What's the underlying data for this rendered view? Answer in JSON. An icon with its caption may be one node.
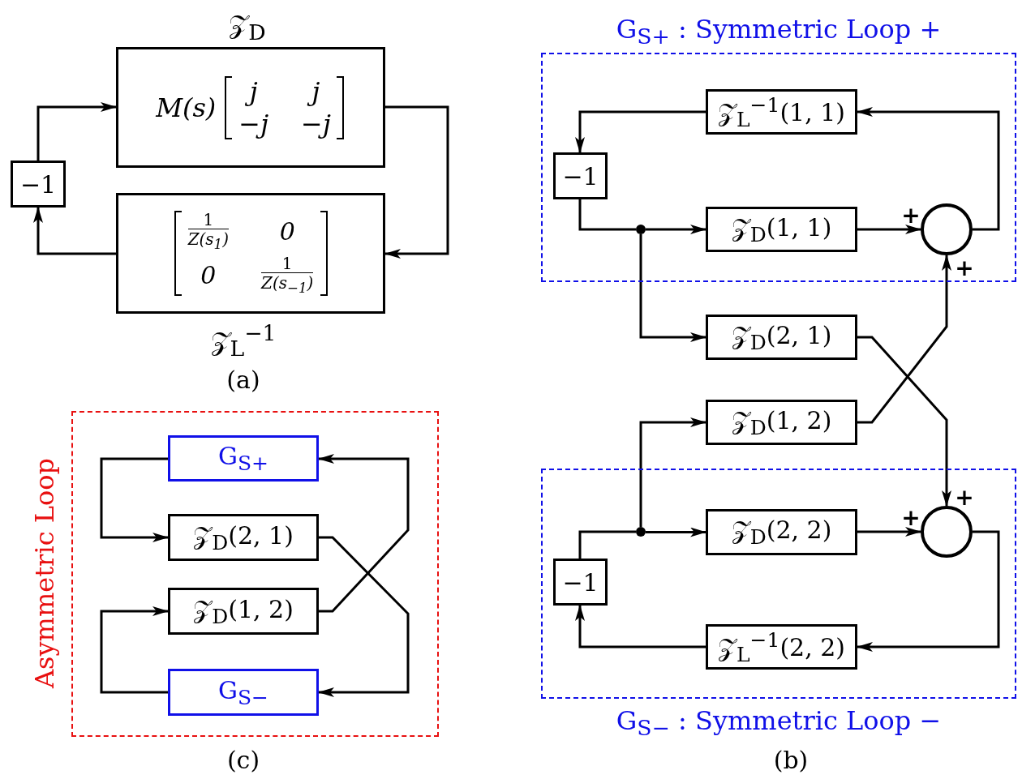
{
  "diagram": {
    "nodes": [
      {
        "text": [
          "M(s)",
          "j",
          "j",
          "−j",
          "−j"
        ],
        "beside": [
          "𝒵$_{D}$"
        ]
      },
      {
        "text": [
          "−1"
        ]
      },
      {
        "text": [
          "1",
          "Z(s$_{1}$)",
          "0",
          "0",
          "1",
          "Z(s$_{−1}$)"
        ],
        "beside": [
          "𝒵$_{L}$$^{−1}$"
        ]
      },
      {
        "text": [
          "G$_{S+}$ : Symmetric Loop +"
        ]
      },
      {
        "text": [
          "𝒵$_{L}$$^{−1}$(1, 1)"
        ],
        "in": 3
      },
      {
        "text": [
          "−1"
        ],
        "in": 3
      },
      {
        "text": [],
        "shape": "circle",
        "in": 3
      },
      {
        "text": [
          "𝒵$_{D}$(1, 1)"
        ],
        "in": 3
      },
      {
        "text": [],
        "shape": "circle",
        "in": 3,
        "beside": [
          "+",
          "+"
        ]
      },
      {
        "text": [
          "𝒵$_{D}$(2, 1)"
        ]
      },
      {
        "text": [
          "𝒵$_{D}$(1, 2)"
        ]
      },
      {
        "text": [
          "G$_{S−}$ : Symmetric Loop −"
        ]
      },
      {
        "text": [],
        "shape": "circle",
        "in": 11
      },
      {
        "text": [
          "𝒵$_{D}$(2, 2)"
        ],
        "in": 11
      },
      {
        "text": [],
        "shape": "circle",
        "in": 11,
        "beside": [
          "+",
          "+"
        ]
      },
      {
        "text": [
          "−1"
        ],
        "in": 11
      },
      {
        "text": [
          "𝒵$_{L}$$^{−1}$(2, 2)"
        ],
        "in": 11
      },
      {
        "text": [
          "Asymmetric Loop"
        ]
      },
      {
        "text": [
          "G$_{S+}$"
        ],
        "in": 17
      },
      {
        "text": [
          "𝒵$_{D}$(2, 1)"
        ],
        "in": 17
      },
      {
        "text": [
          "𝒵$_{D}$(1, 2)"
        ],
        "in": 17
      },
      {
        "text": [
          "G$_{S−}$"
        ],
        "in": 17
      }
    ],
    "edges": [
      {
        "from": 1,
        "to": 0,
        "arrow": "to"
      },
      {
        "from": 0,
        "to": 2,
        "arrow": "to"
      },
      {
        "from": 2,
        "to": 1,
        "arrow": "to"
      },
      {
        "from": 8,
        "to": 4,
        "arrow": "to"
      },
      {
        "from": 4,
        "to": 5,
        "arrow": "to"
      },
      {
        "from": 5,
        "to": 6,
        "arrow": "none"
      },
      {
        "from": 6,
        "to": 7,
        "arrow": "to"
      },
      {
        "from": 7,
        "to": 8,
        "arrow": "to"
      },
      {
        "from": 6,
        "to": 9,
        "arrow": "to"
      },
      {
        "from": 9,
        "to": 14,
        "arrow": "to"
      },
      {
        "from": 10,
        "to": 8,
        "arrow": "to"
      },
      {
        "from": 12,
        "to": 10,
        "arrow": "to"
      },
      {
        "from": 15,
        "to": 12,
        "arrow": "none"
      },
      {
        "from": 12,
        "to": 13,
        "arrow": "to"
      },
      {
        "from": 13,
        "to": 14,
        "arrow": "to"
      },
      {
        "from": 14,
        "to": 16,
        "arrow": "to"
      },
      {
        "from": 16,
        "to": 15,
        "arrow": "to"
      },
      {
        "from": 18,
        "to": 19,
        "arrow": "to"
      },
      {
        "from": 19,
        "to": 21,
        "arrow": "to"
      },
      {
        "from": 20,
        "to": 18,
        "arrow": "to"
      },
      {
        "from": 21,
        "to": 20,
        "arrow": "to"
      }
    ],
    "labels": [
      "(a)",
      "(c)",
      "(b)"
    ]
  }
}
